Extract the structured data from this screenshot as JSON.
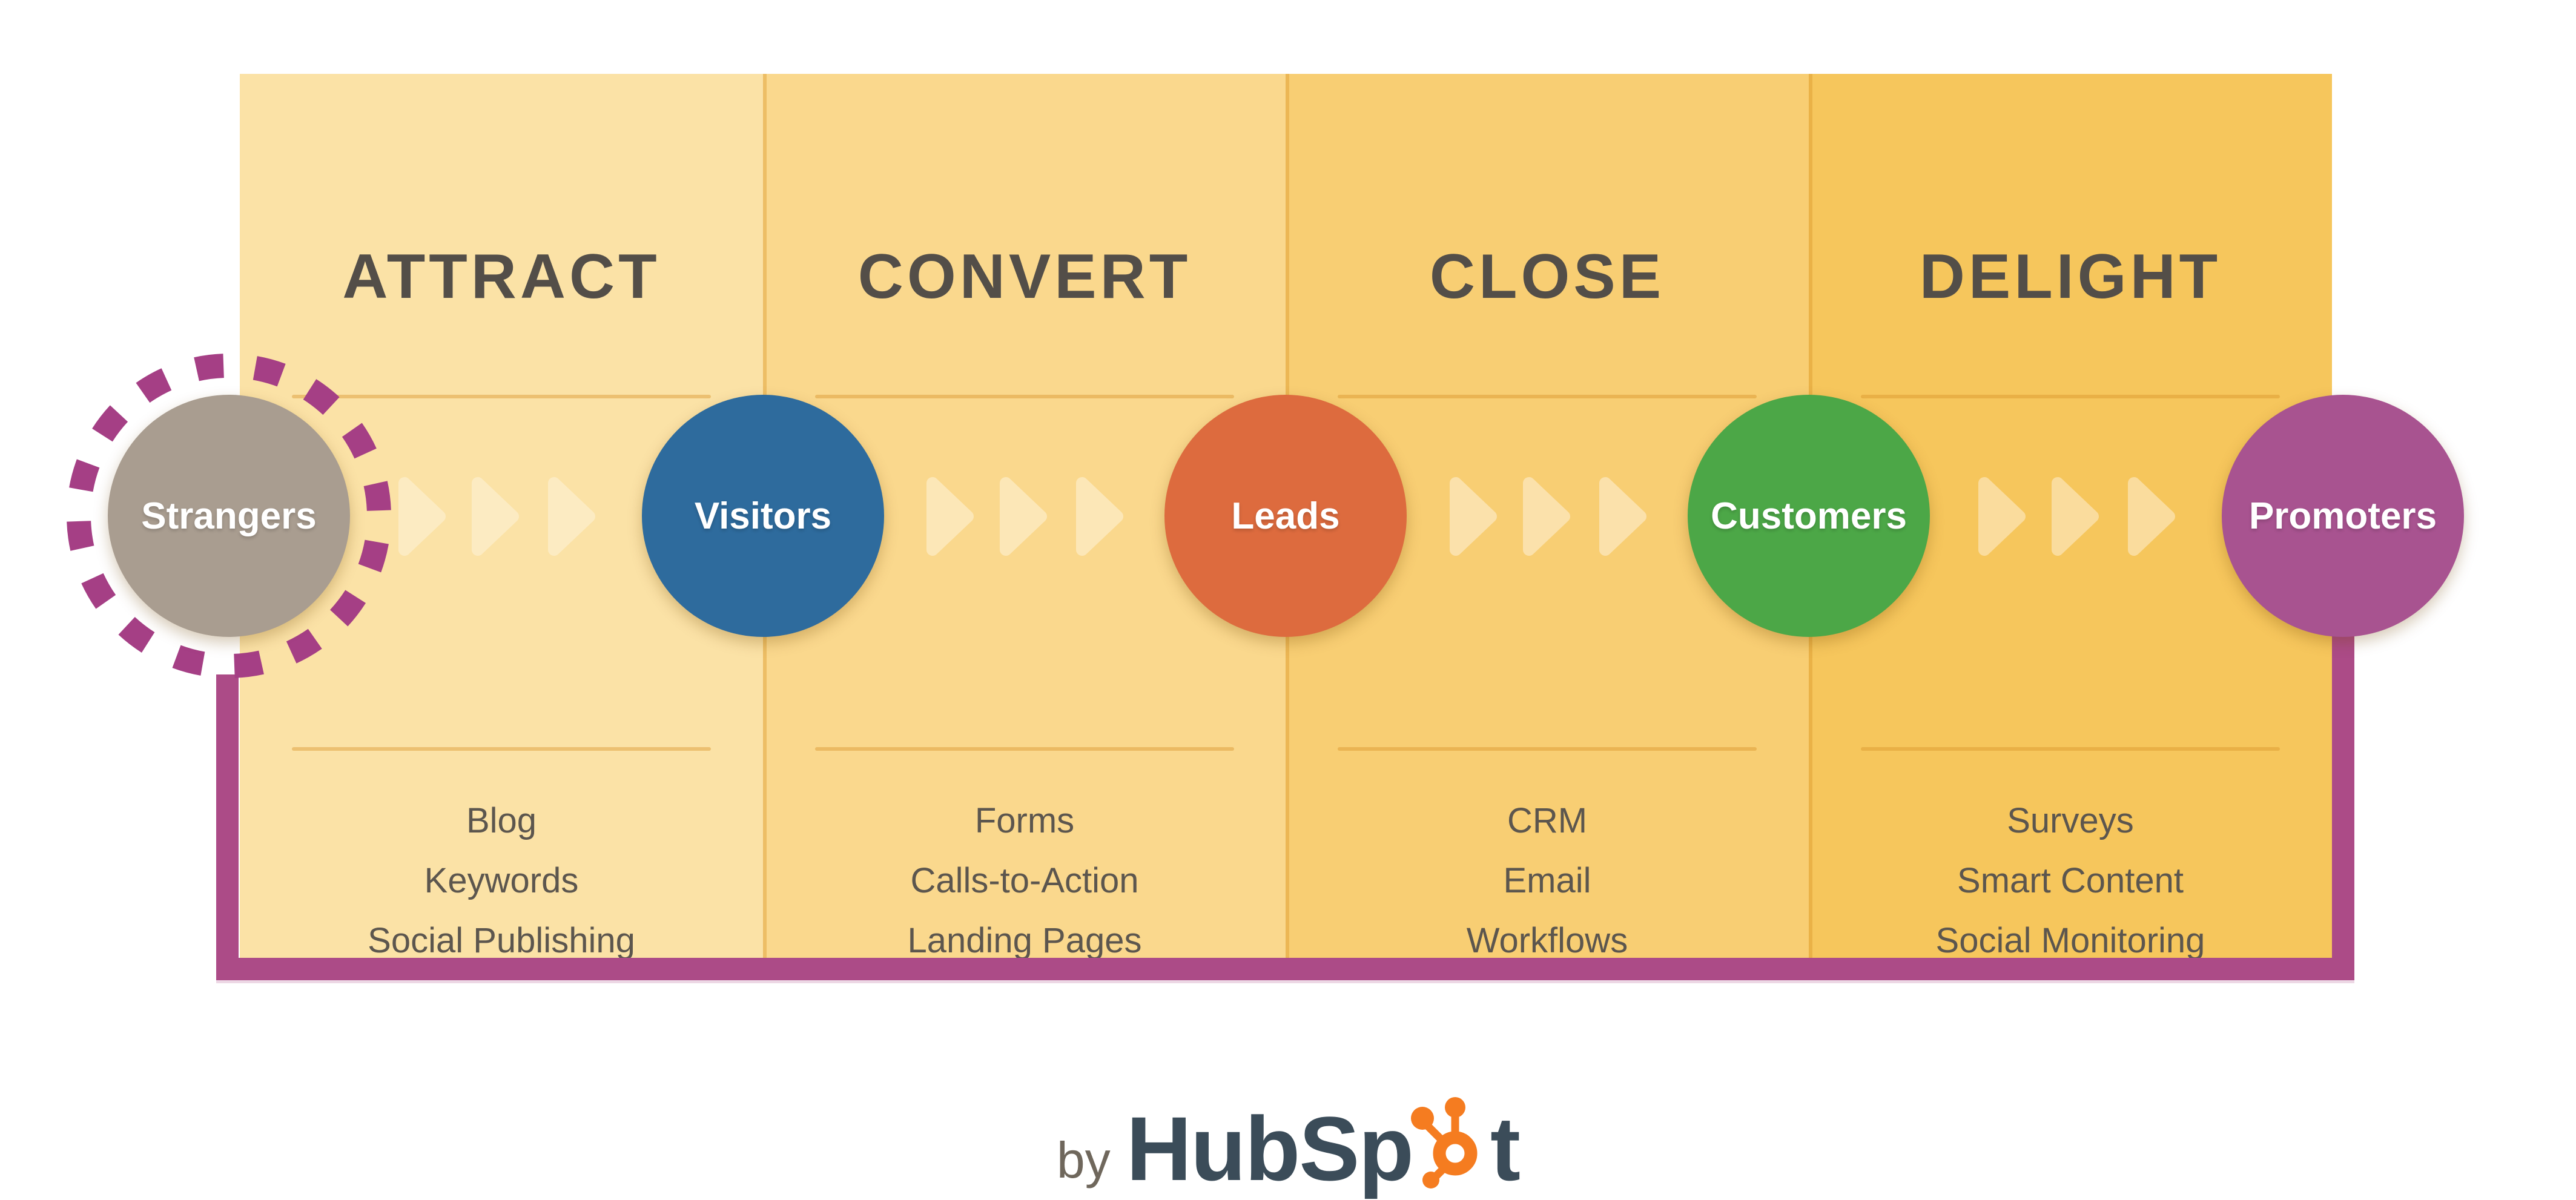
{
  "diagram": {
    "stages": [
      {
        "heading": "ATTRACT",
        "panel_color": "#FBE2A6",
        "arrow_color": "#FCEBC2",
        "tools": [
          "Blog",
          "Keywords",
          "Social Publishing"
        ]
      },
      {
        "heading": "CONVERT",
        "panel_color": "#FAD88D",
        "arrow_color": "#FCE7B7",
        "tools": [
          "Forms",
          "Calls-to-Action",
          "Landing Pages"
        ]
      },
      {
        "heading": "CLOSE",
        "panel_color": "#F8CE73",
        "arrow_color": "#FBE1AB",
        "tools": [
          "CRM",
          "Email",
          "Workflows"
        ]
      },
      {
        "heading": "DELIGHT",
        "panel_color": "#F6C65C",
        "arrow_color": "#FADC9D",
        "tools": [
          "Surveys",
          "Smart Content",
          "Social Monitoring"
        ]
      }
    ],
    "audiences": [
      {
        "label": "Strangers",
        "color": "#A99D90",
        "ring": "dashed-magenta"
      },
      {
        "label": "Visitors",
        "color": "#2E6B9D",
        "ring": "none"
      },
      {
        "label": "Leads",
        "color": "#DD6B3E",
        "ring": "none"
      },
      {
        "label": "Customers",
        "color": "#4CA747",
        "ring": "none"
      },
      {
        "label": "Promoters",
        "color": "#A85390",
        "ring": "none"
      }
    ],
    "loop_line_color": "#AC4B87",
    "heading_text_color": "#534E48",
    "tool_text_color": "#5C564E"
  },
  "footer": {
    "prefix": "by",
    "brand": "HubSpot",
    "brand_left": "HubSp",
    "brand_right": "t",
    "brand_color": "#3B4C59",
    "sprocket_color": "#F57C20"
  }
}
